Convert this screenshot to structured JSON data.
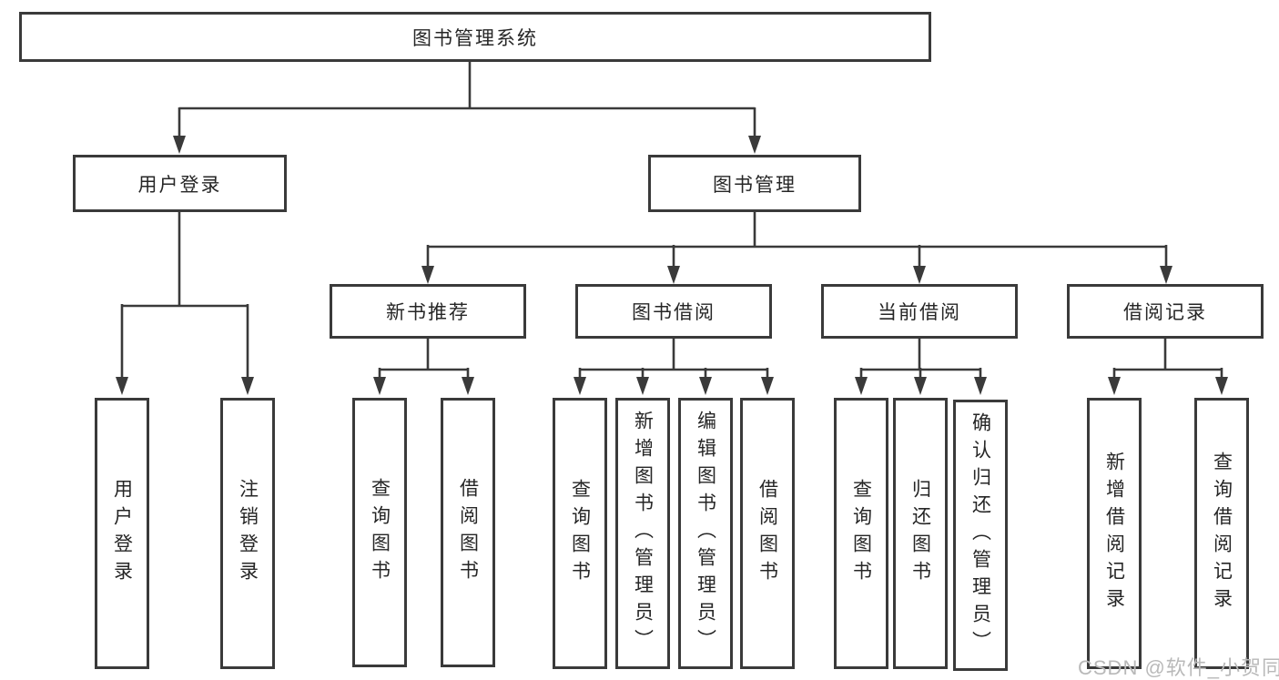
{
  "diagram": {
    "title": "图书管理系统",
    "root": {
      "label": "图书管理系统"
    },
    "branches": [
      {
        "label": "用户登录",
        "children": [
          {
            "label": "用户登录"
          },
          {
            "label": "注销登录"
          }
        ]
      },
      {
        "label": "图书管理",
        "children": [
          {
            "label": "新书推荐",
            "children": [
              {
                "label": "查询图书"
              },
              {
                "label": "借阅图书"
              }
            ]
          },
          {
            "label": "图书借阅",
            "children": [
              {
                "label": "查询图书"
              },
              {
                "label": "新增图书（管理员）"
              },
              {
                "label": "编辑图书（管理员）"
              },
              {
                "label": "借阅图书"
              }
            ]
          },
          {
            "label": "当前借阅",
            "children": [
              {
                "label": "查询图书"
              },
              {
                "label": "归还图书"
              },
              {
                "label": "确认归还（管理员）"
              }
            ]
          },
          {
            "label": "借阅记录",
            "children": [
              {
                "label": "新增借阅记录"
              },
              {
                "label": "查询借阅记录"
              }
            ]
          }
        ]
      }
    ]
  },
  "watermark": {
    "text": "CSDN @软件_小贺同学"
  },
  "colors": {
    "line": "#3a3a3a",
    "box_border": "#3a3a3a",
    "text": "#262626",
    "background": "#ffffff",
    "watermark": "#b9b9b9"
  }
}
